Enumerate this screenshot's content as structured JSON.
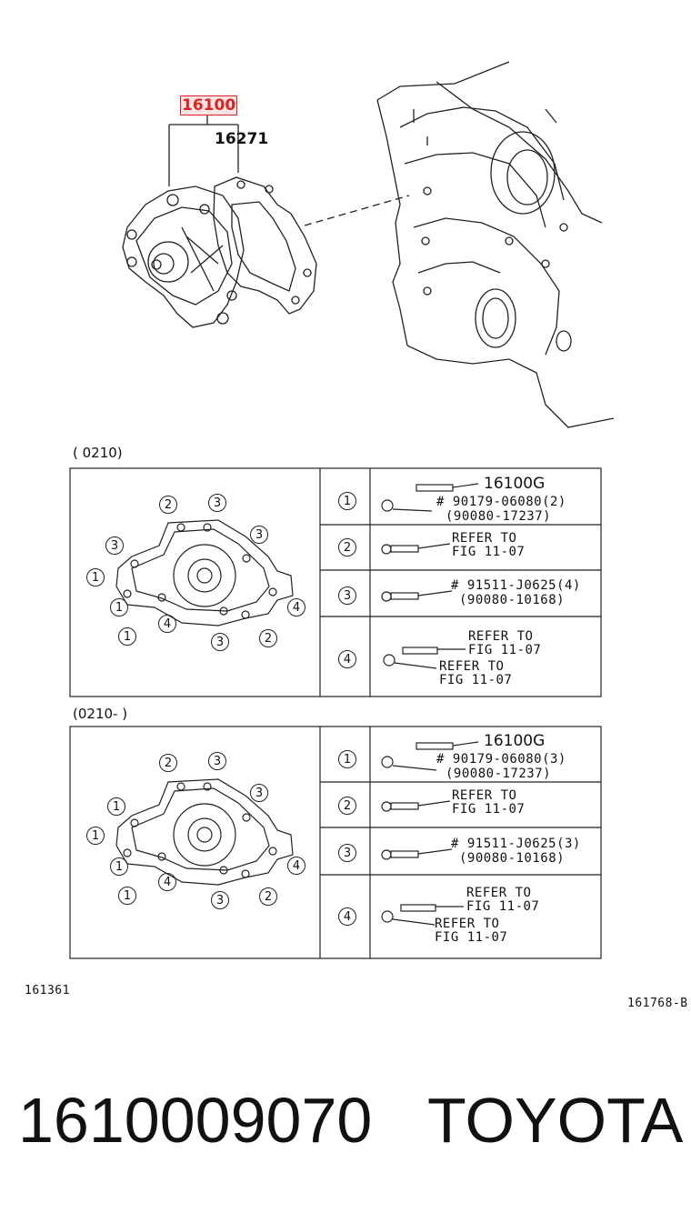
{
  "diagram": {
    "callouts": {
      "main_part": "16100",
      "gasket": "16271"
    },
    "panels": [
      {
        "range_label": "(       0210)",
        "rows": [
          {
            "num": "1",
            "line1": "16100G",
            "line2": "# 90179-06080(2)",
            "line3": "(90080-17237)"
          },
          {
            "num": "2",
            "line1": "REFER TO",
            "line2": "FIG 11-07"
          },
          {
            "num": "3",
            "line1": "# 91511-J0625(4)",
            "line2": "(90080-10168)"
          },
          {
            "num": "4",
            "line1": "REFER TO",
            "line2": "FIG 11-07",
            "line3": "REFER TO",
            "line4": "FIG 11-07"
          }
        ]
      },
      {
        "range_label": "(0210-       )",
        "rows": [
          {
            "num": "1",
            "line1": "16100G",
            "line2": "# 90179-06080(3)",
            "line3": "(90080-17237)"
          },
          {
            "num": "2",
            "line1": "REFER TO",
            "line2": "FIG 11-07"
          },
          {
            "num": "3",
            "line1": "# 91511-J0625(3)",
            "line2": "(90080-10168)"
          },
          {
            "num": "4",
            "line1": "REFER TO",
            "line2": "FIG 11-07",
            "line3": "REFER TO",
            "line4": "FIG 11-07"
          }
        ]
      }
    ],
    "figure_ids": {
      "left": "161361",
      "right": "161768-B"
    }
  },
  "footer": {
    "part_number": "1610009070",
    "brand": "TOYOTA"
  }
}
